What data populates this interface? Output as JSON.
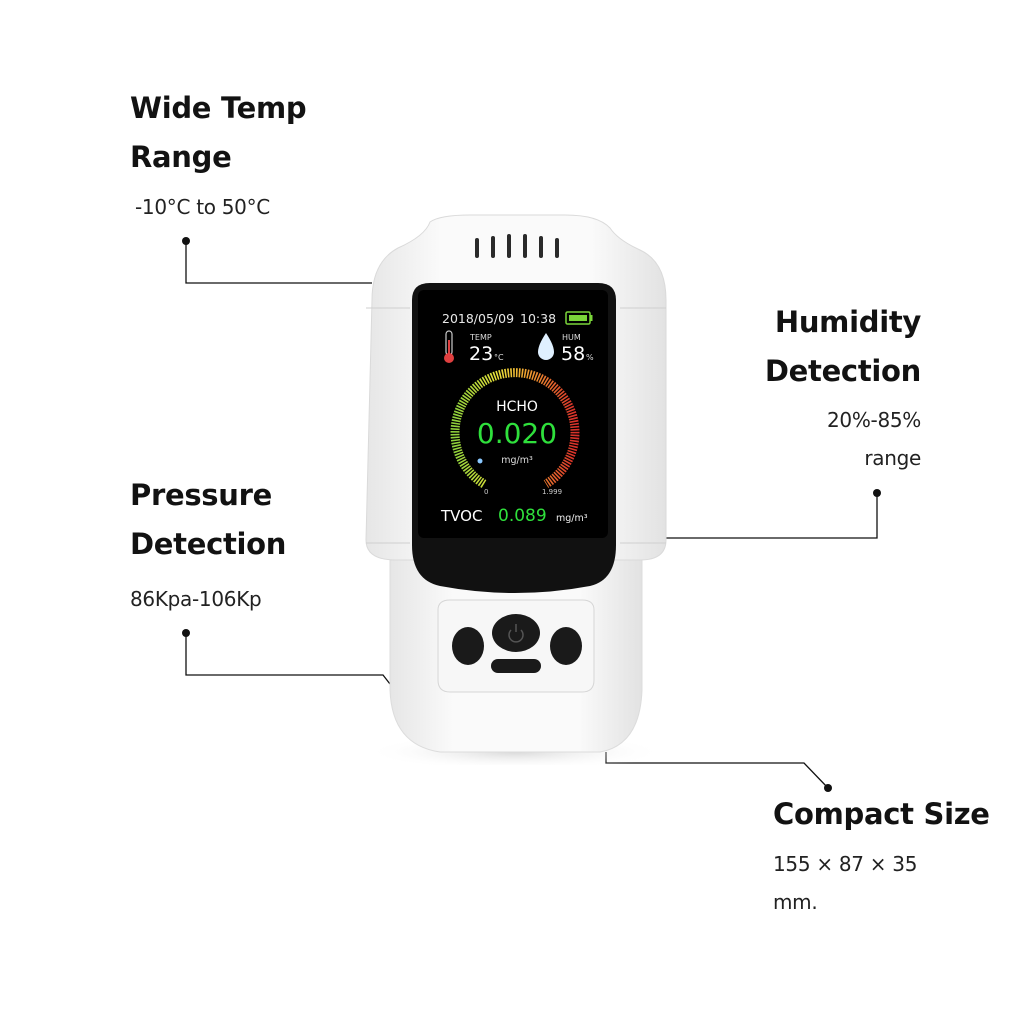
{
  "callouts": {
    "temp": {
      "title_line1": "Wide Temp",
      "title_line2": "Range",
      "detail": "-10°C to 50°C"
    },
    "humidity": {
      "title_line1": "Humidity",
      "title_line2": "Detection",
      "detail_line1": "20%-85%",
      "detail_line2": "range"
    },
    "pressure": {
      "title_line1": "Pressure",
      "title_line2": "Detection",
      "detail": "86Kpa-106Kp"
    },
    "size": {
      "title": "Compact Size",
      "detail_line1": "155 × 87 × 35",
      "detail_line2": "mm."
    }
  },
  "screen": {
    "date": "2018/05/09",
    "time": "10:38",
    "temp_label": "TEMP",
    "temp_value": "23",
    "temp_unit": "°C",
    "hum_label": "HUM",
    "hum_value": "58",
    "hum_unit": "%",
    "gauge_label": "HCHO",
    "gauge_value": "0.020",
    "gauge_unit": "mg/m³",
    "gauge_min": "0",
    "gauge_max": "1.999",
    "tvoc_label": "TVOC",
    "tvoc_value": "0.089",
    "tvoc_unit": "mg/m³"
  },
  "colors": {
    "reading_green": "#2fe03c",
    "screen_bg": "#000000",
    "device_body": "#f2f2f2"
  },
  "icons": [
    "thermometer-icon",
    "water-drop-icon",
    "battery-icon",
    "power-icon"
  ]
}
